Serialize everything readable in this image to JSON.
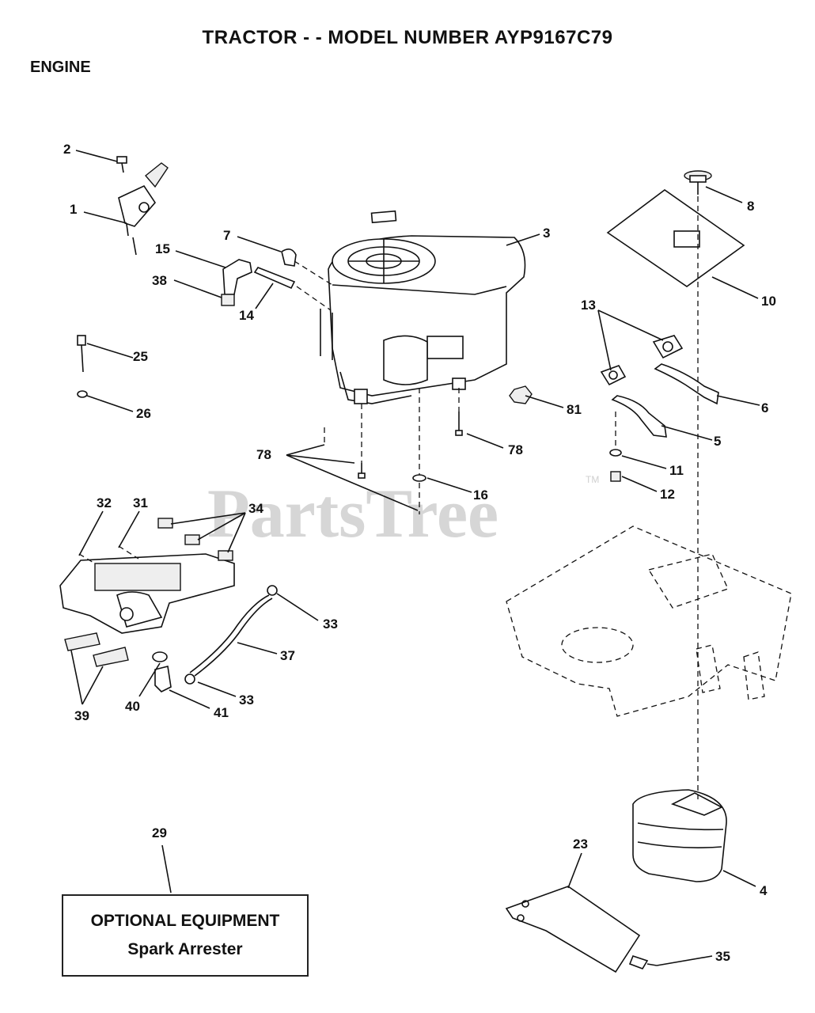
{
  "header": {
    "title": "TRACTOR - - MODEL NUMBER AYP9167C79",
    "section": "ENGINE"
  },
  "watermark": {
    "brand": "PartsTree",
    "tm": "TM"
  },
  "callouts": [
    "1",
    "2",
    "3",
    "4",
    "5",
    "6",
    "7",
    "8",
    "10",
    "11",
    "12",
    "13",
    "14",
    "15",
    "16",
    "23",
    "25",
    "26",
    "29",
    "31",
    "32",
    "33",
    "33",
    "34",
    "35",
    "37",
    "38",
    "39",
    "40",
    "41",
    "78",
    "78",
    "81"
  ],
  "optional_equipment": {
    "callout": "29",
    "title": "OPTIONAL EQUIPMENT",
    "item": "Spark Arrester"
  }
}
